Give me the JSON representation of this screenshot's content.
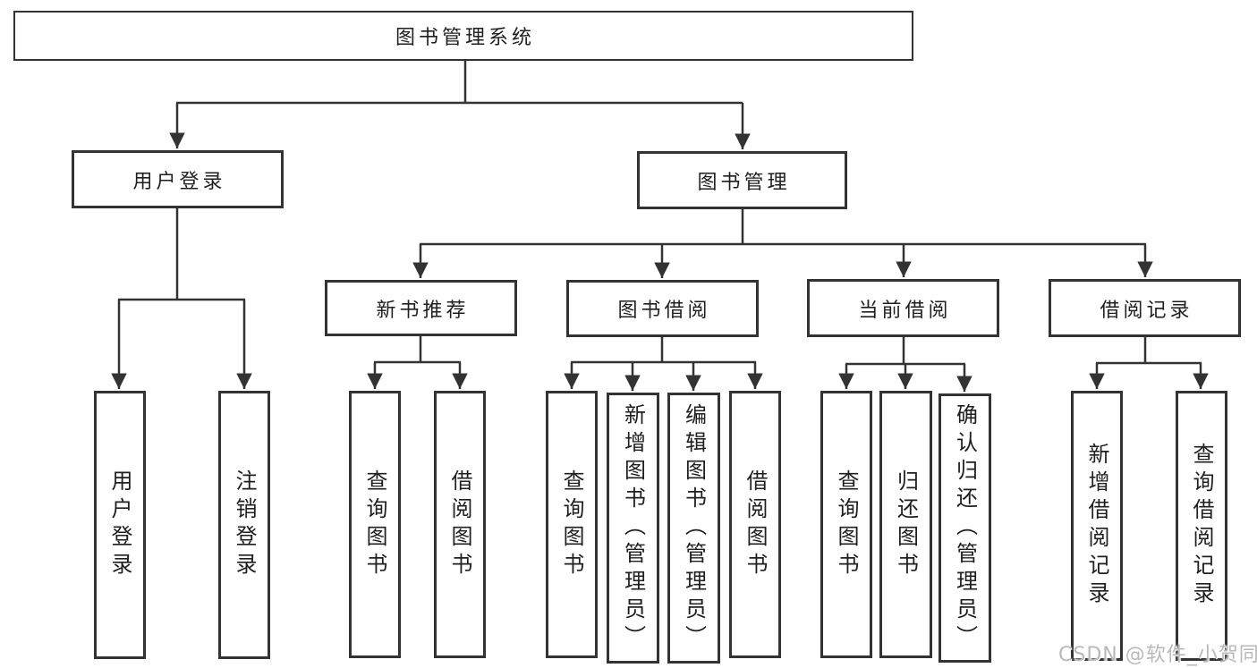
{
  "diagram_title": "图书管理系统",
  "colors": {
    "line": "#333333",
    "box_border": "#333333",
    "text": "#1f1f1f",
    "background": "#ffffff",
    "watermark": "#b9b9b9"
  },
  "nodes": {
    "root": "图书管理系统",
    "user_login_group": "用户登录",
    "book_mgmt_group": "图书管理",
    "new_book_rec": "新书推荐",
    "book_borrow": "图书借阅",
    "current_borrow": "当前借阅",
    "borrow_records": "借阅记录",
    "leaf_user_login": "用户登录",
    "leaf_logout": "注销登录",
    "leaf_rec_query_book": "查询图书",
    "leaf_rec_borrow_book": "借阅图书",
    "leaf_bb_query_book": "查询图书",
    "leaf_bb_add_book": "新增图书（管理员）",
    "leaf_bb_edit_book": "编辑图书（管理员）",
    "leaf_bb_borrow_book": "借阅图书",
    "leaf_cb_query_book": "查询图书",
    "leaf_cb_return_book": "归还图书",
    "leaf_cb_confirm_return": "确认归还（管理员）",
    "leaf_br_add_record": "新增借阅记录",
    "leaf_br_query_record": "查询借阅记录"
  },
  "watermark": "CSDN @软件_小贺同学"
}
